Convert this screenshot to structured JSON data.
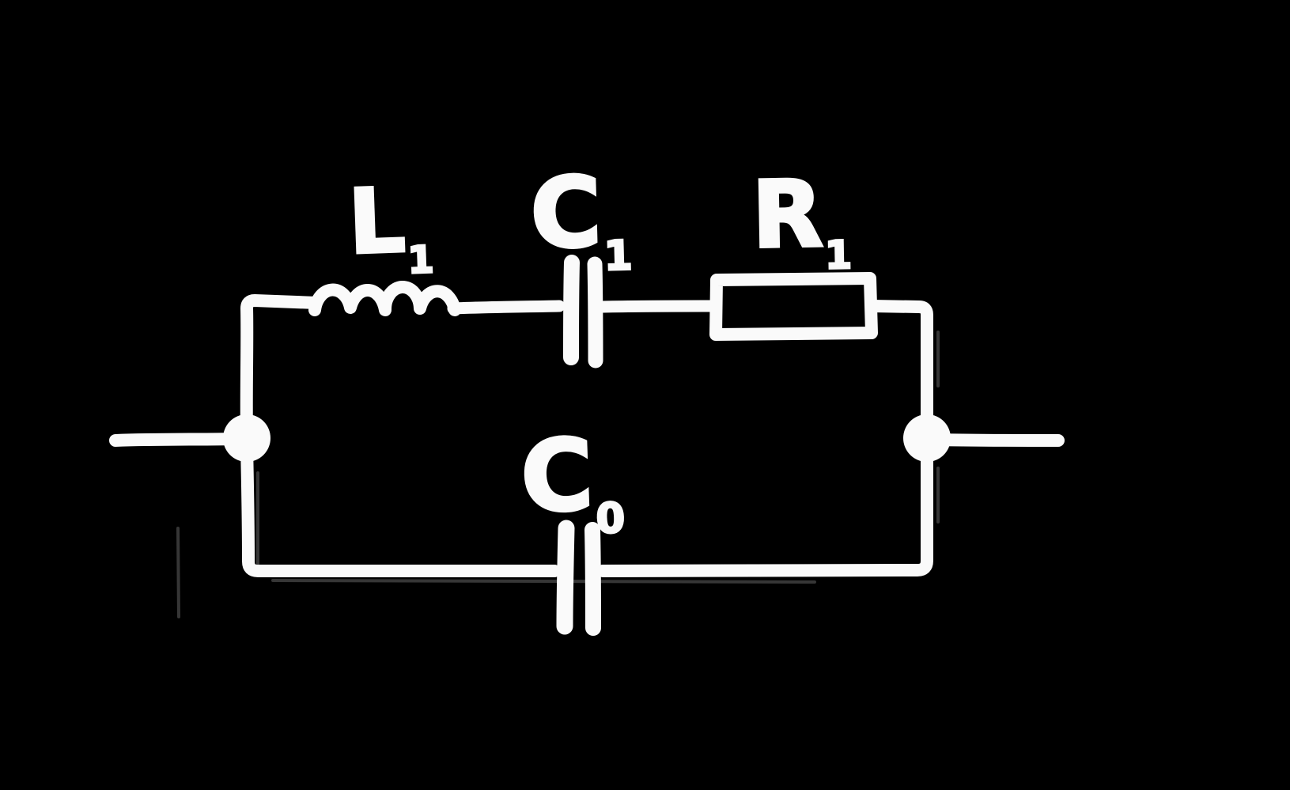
{
  "diagram": {
    "kind": "hand-drawn-circuit-schematic",
    "colors": {
      "background": "#000000",
      "ink": "#fafafa"
    },
    "labels": {
      "inductor": {
        "letter": "L",
        "sub": "1"
      },
      "series_capacitor": {
        "letter": "C",
        "sub": "1"
      },
      "resistor": {
        "letter": "R",
        "sub": "1"
      },
      "shunt_capacitor": {
        "letter": "C",
        "sub": "0"
      }
    },
    "circuit": {
      "topology": "two parallel branches between left and right terminal nodes",
      "top_branch": [
        "inductor L1",
        "capacitor C1",
        "resistor R1 (in series)"
      ],
      "bottom_branch": [
        "capacitor C0"
      ],
      "terminals": [
        "left lead",
        "right lead"
      ],
      "nodes": [
        "left junction dot",
        "right junction dot"
      ]
    }
  }
}
